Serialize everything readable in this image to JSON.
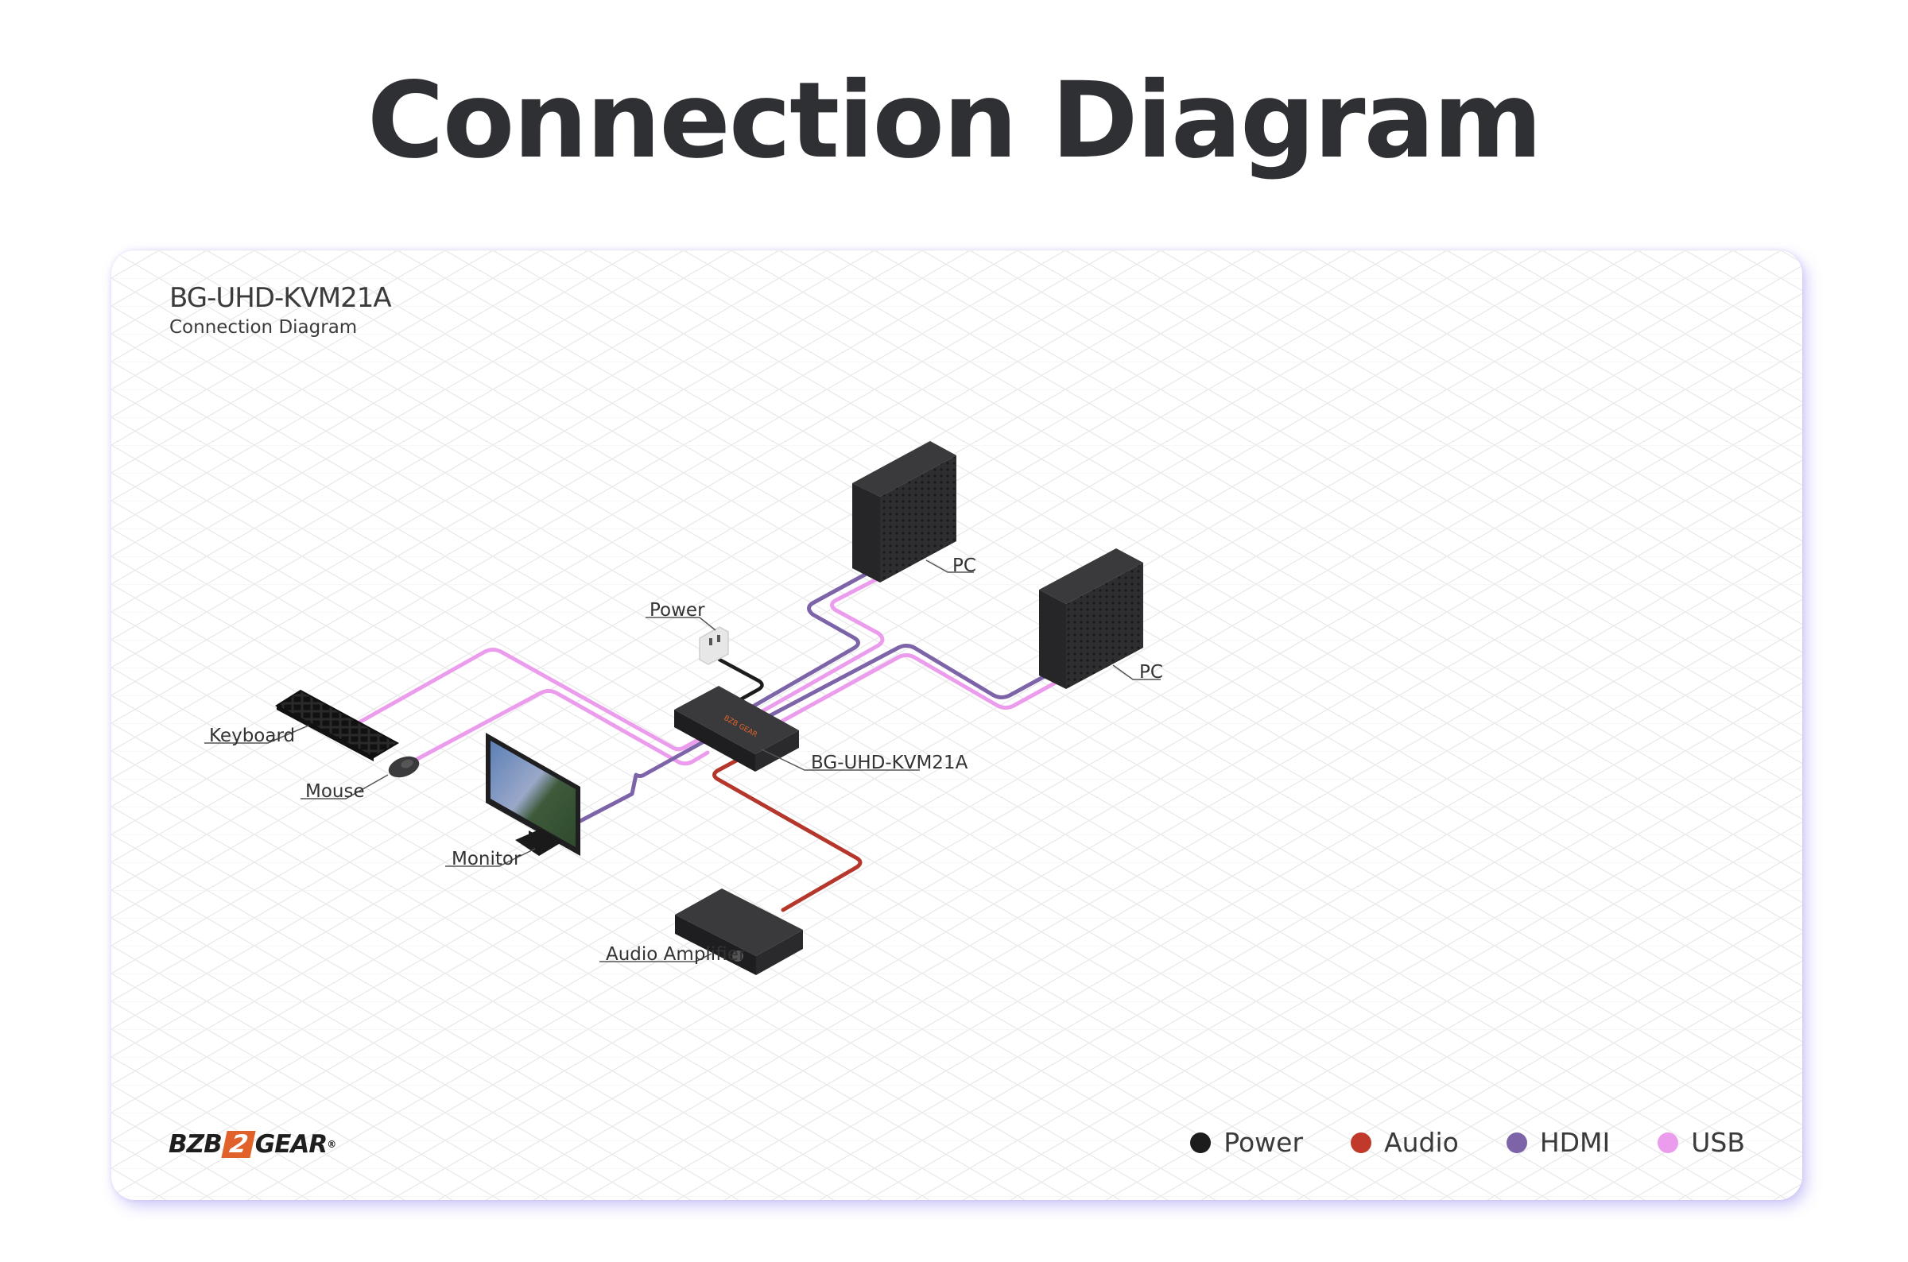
{
  "page": {
    "title": "Connection Diagram"
  },
  "card": {
    "title": "BG-UHD-KVM21A",
    "subtitle": "Connection Diagram"
  },
  "devices": {
    "pc_top": "PC",
    "pc_right": "PC",
    "power": "Power",
    "keyboard": "Keyboard",
    "mouse": "Mouse",
    "switch": "BG-UHD-KVM21A",
    "monitor": "Monitor",
    "amplifier": "Audio Amplifier"
  },
  "brand": {
    "left": "BZB",
    "badge": "2",
    "right": "GEAR",
    "mark": "®"
  },
  "legend": [
    {
      "label": "Power",
      "color": "#1c1c1c"
    },
    {
      "label": "Audio",
      "color": "#c0392b"
    },
    {
      "label": "HDMI",
      "color": "#7d64a8"
    },
    {
      "label": "USB",
      "color": "#ec9cec"
    }
  ],
  "colors": {
    "power": "#1c1c1c",
    "audio": "#b5362a",
    "hdmi": "#7d64a8",
    "usb": "#ec9cec",
    "device": "#2b2b2d"
  }
}
